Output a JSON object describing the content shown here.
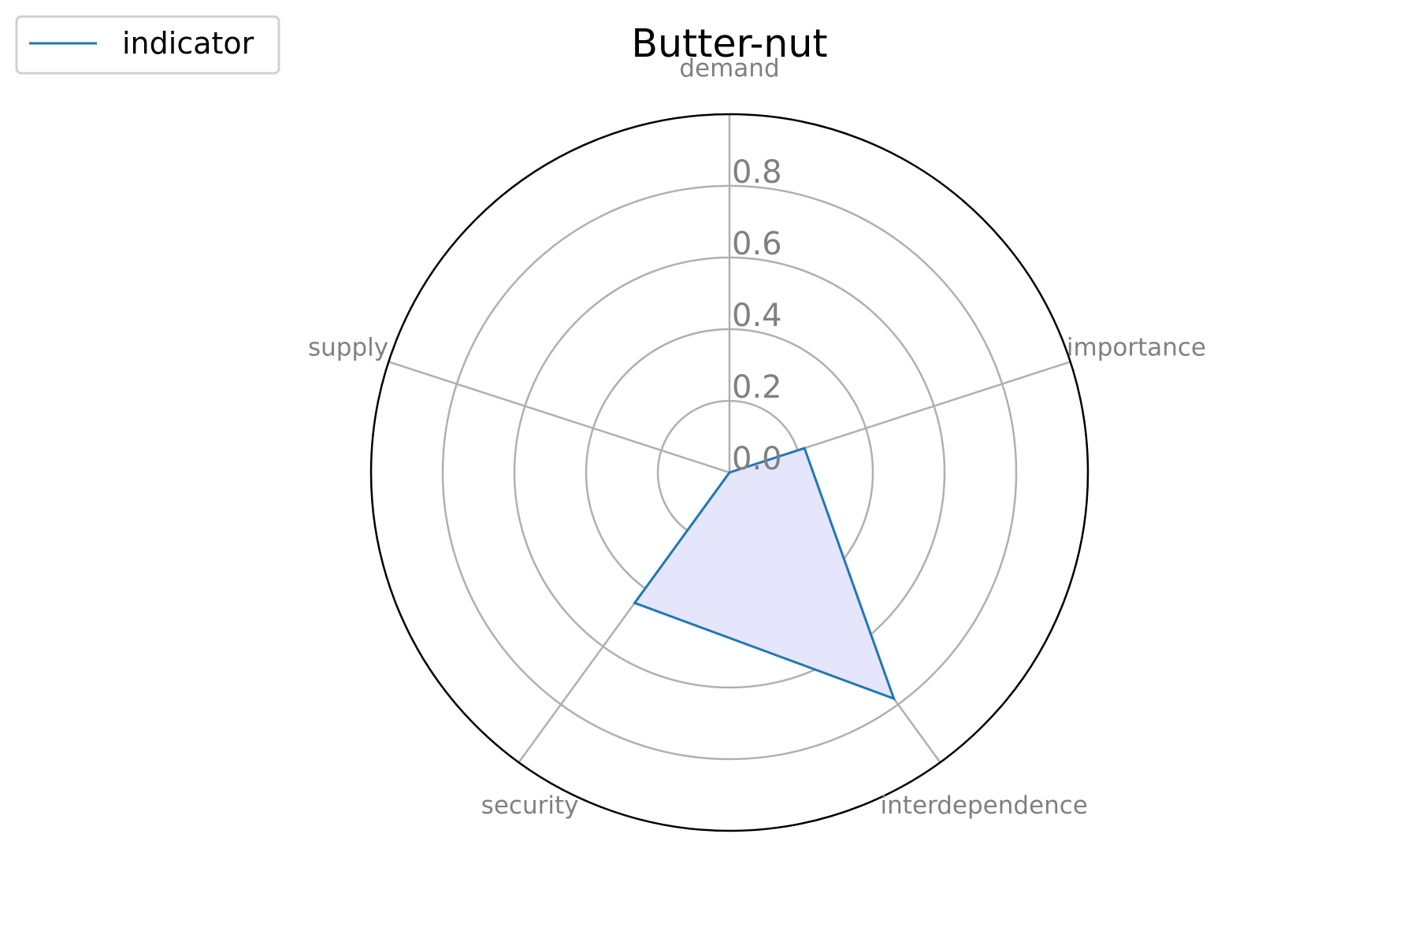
{
  "chart_data": {
    "type": "radar",
    "title": "Butter-nut",
    "axes": [
      "demand",
      "importance",
      "interdependence",
      "security",
      "supply"
    ],
    "series": [
      {
        "name": "indicator",
        "values": [
          0.0,
          0.22,
          0.78,
          0.45,
          0.0
        ],
        "line_color": "#1f77b4",
        "fill_color": "#e5e5fb"
      }
    ],
    "r_ticks": [
      0.0,
      0.2,
      0.4,
      0.6,
      0.8
    ],
    "r_tick_labels": [
      "0.0",
      "0.2",
      "0.4",
      "0.6",
      "0.8"
    ],
    "rlim": [
      0,
      1.0
    ],
    "grid": true,
    "legend_position": "top-left",
    "colors": {
      "grid": "#b0b0b0",
      "frame": "#000000",
      "label": "#808080"
    }
  }
}
